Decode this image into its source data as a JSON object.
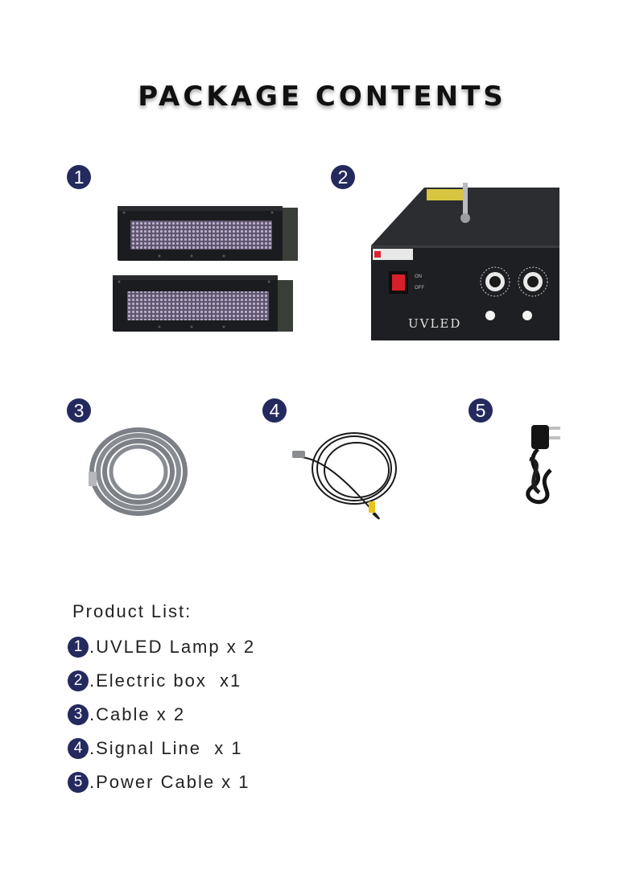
{
  "title": "PACKAGE CONTENTS",
  "items": [
    {
      "num": "1",
      "image": "uv-led-lamp-pair"
    },
    {
      "num": "2",
      "image": "electric-control-box",
      "panel": {
        "on": "ON",
        "off": "OFF",
        "brand": "UVLED"
      }
    },
    {
      "num": "3",
      "image": "coiled-cable"
    },
    {
      "num": "4",
      "image": "signal-line"
    },
    {
      "num": "5",
      "image": "power-cable"
    }
  ],
  "product_list": {
    "heading": "Product List:",
    "entries": [
      {
        "num": "1",
        "text": ".UVLED Lamp x 2"
      },
      {
        "num": "2",
        "text": ".Electric box  x1"
      },
      {
        "num": "3",
        "text": ".Cable x 2"
      },
      {
        "num": "4",
        "text": ".Signal Line  x 1"
      },
      {
        "num": "5",
        "text": ".Power Cable x 1"
      }
    ]
  },
  "colors": {
    "badge": "#242a5e",
    "title": "#111111",
    "text": "#222222"
  }
}
